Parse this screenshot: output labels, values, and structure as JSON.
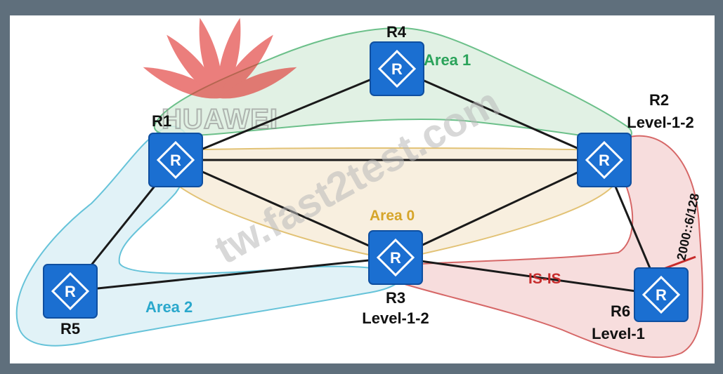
{
  "logo": {
    "name": "huawei-logo",
    "text": "HUAWEI",
    "color": "#e0302d"
  },
  "watermark": {
    "text": "tw.fast2test.com",
    "color": "#b9b9b9"
  },
  "routers": [
    {
      "id": "R1",
      "label": "R1",
      "level": ""
    },
    {
      "id": "R2",
      "label": "R2",
      "level": "Level-1-2"
    },
    {
      "id": "R3",
      "label": "R3",
      "level": "Level-1-2"
    },
    {
      "id": "R4",
      "label": "R4",
      "level": ""
    },
    {
      "id": "R5",
      "label": "R5",
      "level": ""
    },
    {
      "id": "R6",
      "label": "R6",
      "level": "Level-1"
    }
  ],
  "router_icon": {
    "name": "router-icon",
    "glyph": "R",
    "fill": "#1b6fd1"
  },
  "links": [
    [
      "R1",
      "R4"
    ],
    [
      "R4",
      "R2"
    ],
    [
      "R1",
      "R2"
    ],
    [
      "R1",
      "R3"
    ],
    [
      "R2",
      "R3"
    ],
    [
      "R1",
      "R5"
    ],
    [
      "R5",
      "R3"
    ],
    [
      "R3",
      "R6"
    ],
    [
      "R2",
      "R6"
    ]
  ],
  "areas": [
    {
      "key": "area1",
      "label": "Area 1",
      "fill": "#dcefdf",
      "stroke": "#6cc08a",
      "text_color": "#2aa35a"
    },
    {
      "key": "area0",
      "label": "Area 0",
      "fill": "#f7ecd9",
      "stroke": "#e2c275",
      "text_color": "#d6a52a"
    },
    {
      "key": "area2",
      "label": "Area 2",
      "fill": "#dcf0f6",
      "stroke": "#66c3d9",
      "text_color": "#2aa8cc"
    },
    {
      "key": "isis",
      "label": "IS-IS",
      "fill": "#f6d7d7",
      "stroke": "#d66767",
      "text_color": "#c72c2c"
    }
  ],
  "interface": {
    "label": "2000::6/128",
    "mark_color": "#c72c2c"
  }
}
